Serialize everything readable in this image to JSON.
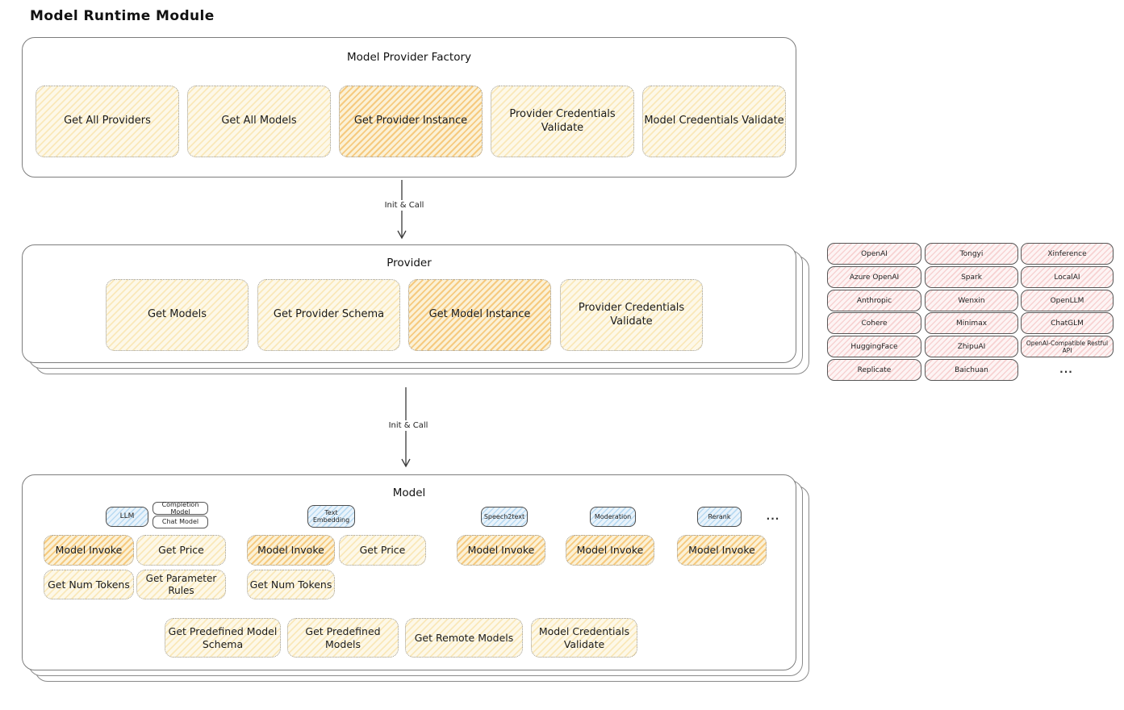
{
  "page_title": "Model Runtime Module",
  "arrows": [
    {
      "label": "Init & Call"
    },
    {
      "label": "Init & Call"
    }
  ],
  "factory": {
    "title": "Model Provider Factory",
    "buttons": [
      {
        "label": "Get All Providers",
        "highlighted": false
      },
      {
        "label": "Get All Models",
        "highlighted": false
      },
      {
        "label": "Get Provider Instance",
        "highlighted": true
      },
      {
        "label": "Provider Credentials Validate",
        "highlighted": false
      },
      {
        "label": "Model Credentials Validate",
        "highlighted": false
      }
    ]
  },
  "provider": {
    "title": "Provider",
    "buttons": [
      {
        "label": "Get Models",
        "highlighted": false
      },
      {
        "label": "Get Provider Schema",
        "highlighted": false
      },
      {
        "label": "Get Model Instance",
        "highlighted": true
      },
      {
        "label": "Provider Credentials Validate",
        "highlighted": false
      }
    ]
  },
  "providers": {
    "col1": [
      "OpenAI",
      "Azure OpenAI",
      "Anthropic",
      "Cohere",
      "HuggingFace",
      "Replicate"
    ],
    "col2": [
      "Tongyi",
      "Spark",
      "Wenxin",
      "Minimax",
      "ZhipuAI",
      "Baichuan"
    ],
    "col3": [
      "Xinference",
      "LocalAI",
      "OpenLLM",
      "ChatGLM",
      "OpenAI-Compatible Restful API"
    ],
    "more": "..."
  },
  "model": {
    "title": "Model",
    "badges": {
      "llm": "LLM",
      "completion": "Completion Model",
      "chat": "Chat Model",
      "embedding": "Text Embedding",
      "speech2text": "Speech2text",
      "moderation": "Moderation",
      "rerank": "Rerank"
    },
    "more": "...",
    "llm_buttons": [
      {
        "label": "Model Invoke",
        "highlighted": true
      },
      {
        "label": "Get Price",
        "highlighted": false
      },
      {
        "label": "Get Num Tokens",
        "highlighted": false
      },
      {
        "label": "Get Parameter Rules",
        "highlighted": false
      }
    ],
    "embedding_buttons": [
      {
        "label": "Model Invoke",
        "highlighted": true
      },
      {
        "label": "Get Price",
        "highlighted": false
      },
      {
        "label": "Get Num Tokens",
        "highlighted": false
      }
    ],
    "speech2text_buttons": [
      {
        "label": "Model Invoke",
        "highlighted": true
      }
    ],
    "moderation_buttons": [
      {
        "label": "Model Invoke",
        "highlighted": true
      }
    ],
    "rerank_buttons": [
      {
        "label": "Model Invoke",
        "highlighted": true
      }
    ],
    "common_buttons": [
      {
        "label": "Get Predefined Model Schema"
      },
      {
        "label": "Get Predefined Models"
      },
      {
        "label": "Get Remote Models"
      },
      {
        "label": "Model Credentials Validate"
      }
    ]
  },
  "colors": {
    "button_yellow": "#fdf8e8",
    "button_highlight_orange": "#f3b95a",
    "badge_blue": "#92c6ea",
    "chip_pink": "#efa3a3",
    "frame_border": "#7d7d7d",
    "text": "#1b1b1b"
  }
}
